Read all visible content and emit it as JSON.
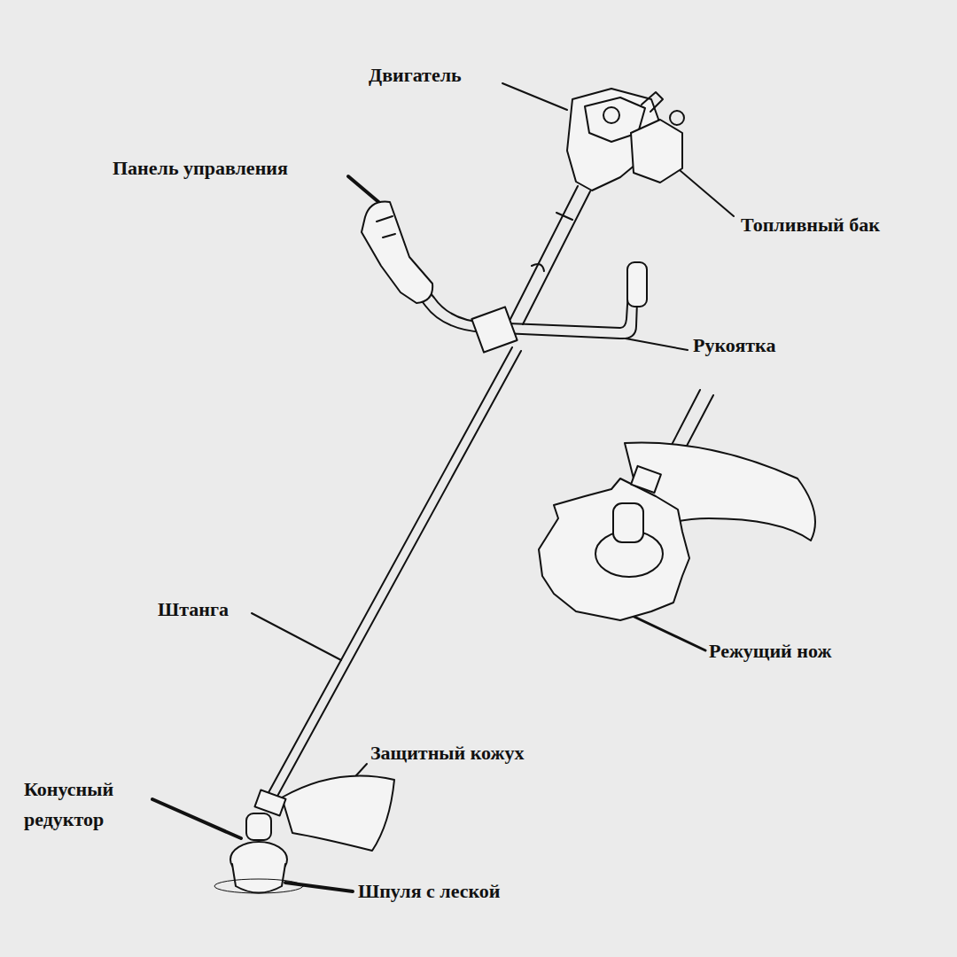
{
  "diagram": {
    "labels": [
      "Двигатель",
      "Панель управления",
      "Топливный бак",
      "Рукоятка",
      "Режущий нож",
      "Штанга",
      "Защитный кожух",
      "Конусный редуктор",
      "Шпуля с леской"
    ]
  }
}
